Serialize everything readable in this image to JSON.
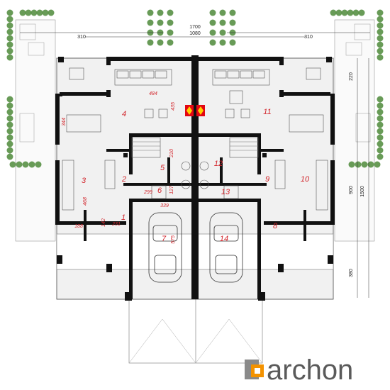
{
  "overall_dims": {
    "total_width": "1700",
    "center_width": "1080",
    "left_wing": "310",
    "right_wing": "310",
    "right_top": "220",
    "right_mid": "900",
    "right_full": "1500",
    "right_bottom": "380"
  },
  "interior_dims": {
    "living_width": "484",
    "living_depth": "435",
    "kitchen_depth": "344",
    "hall_depth": "210",
    "side_depth": "468",
    "bath_width": "299",
    "bath_depth": "127",
    "garage_width": "339",
    "garage_depth": "575",
    "entry_w1": "188",
    "entry_w2": "142",
    "entry_w3": "231"
  },
  "rooms": [
    {
      "id": "r1",
      "label": "1"
    },
    {
      "id": "r2",
      "label": "2"
    },
    {
      "id": "r3",
      "label": "3"
    },
    {
      "id": "r4",
      "label": "4"
    },
    {
      "id": "r5",
      "label": "5"
    },
    {
      "id": "r6",
      "label": "6"
    },
    {
      "id": "r7",
      "label": "7"
    },
    {
      "id": "r8",
      "label": "8"
    },
    {
      "id": "r9",
      "label": "9"
    },
    {
      "id": "r10",
      "label": "10"
    },
    {
      "id": "r11",
      "label": "11"
    },
    {
      "id": "r12",
      "label": "12"
    },
    {
      "id": "r13",
      "label": "13"
    },
    {
      "id": "r14",
      "label": "14"
    }
  ],
  "logo": {
    "text": "archon",
    "accent": "#f39200",
    "mark": "#8a8a8a"
  },
  "colors": {
    "wall": "#111111",
    "dim": "#d2262c",
    "plant": "#4e8a3a",
    "floor": "#f1f1f1"
  }
}
